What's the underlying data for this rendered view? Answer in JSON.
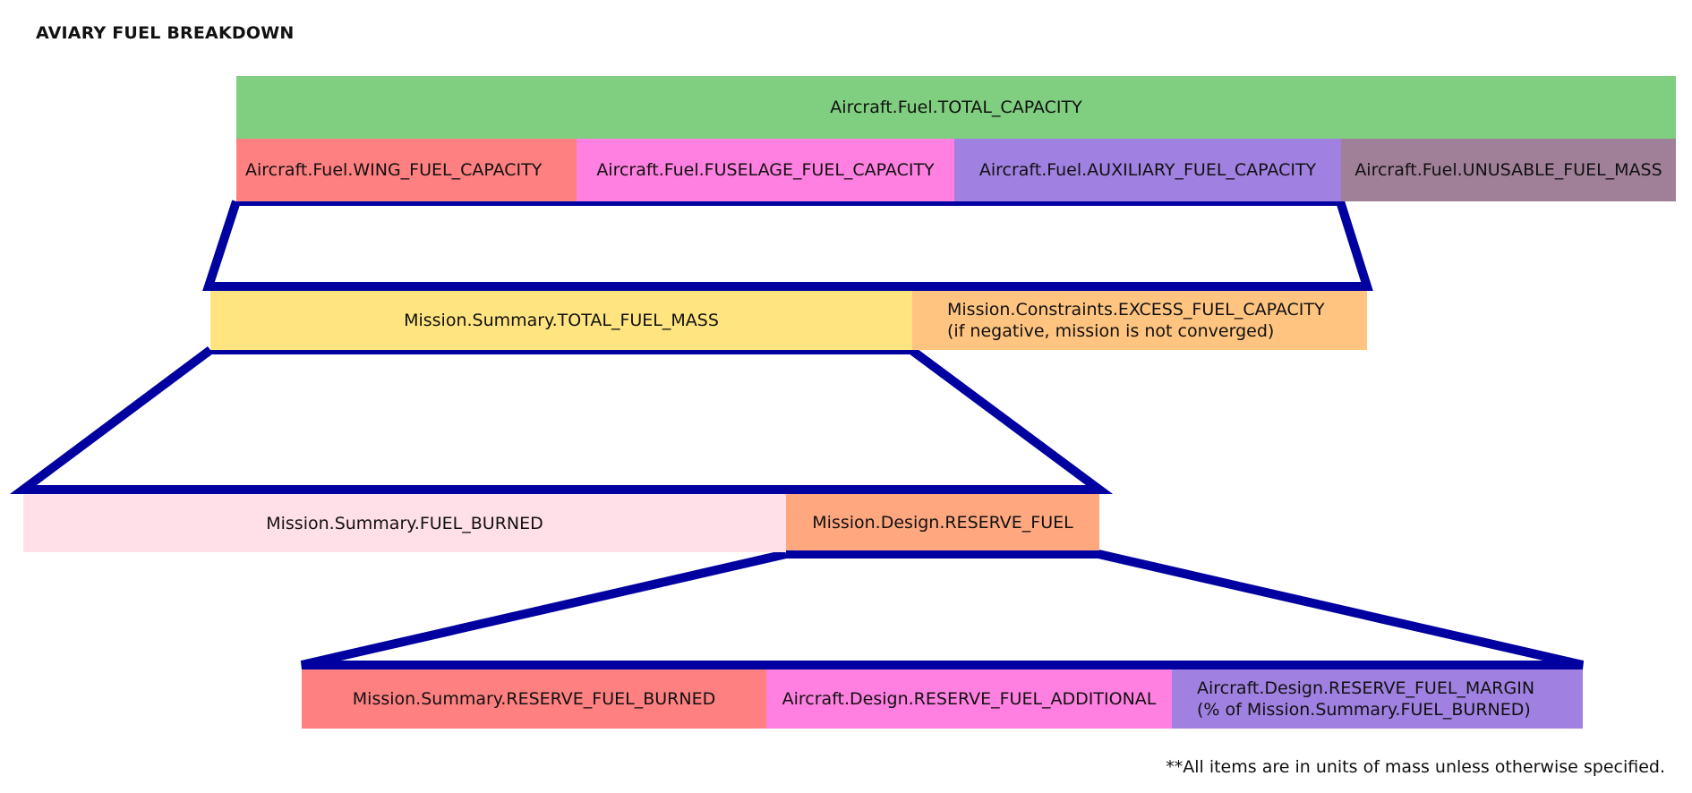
{
  "title": "AVIARY FUEL BREAKDOWN",
  "colors": {
    "green": "#80CE80",
    "red": "#FF8080",
    "pink": "#FF80E0",
    "purple": "#A080E0",
    "mauve": "#A08098",
    "yellow": "#FFE480",
    "light_orange": "#FFC480",
    "light_pink": "#FFE0E8",
    "orange": "#FFA880",
    "connector": "#0000A0"
  },
  "aircraft_fuel": {
    "total_capacity": "Aircraft.Fuel.TOTAL_CAPACITY",
    "wing": "Aircraft.Fuel.WING_FUEL_CAPACITY",
    "fuselage": "Aircraft.Fuel.FUSELAGE_FUEL_CAPACITY",
    "auxiliary": "Aircraft.Fuel.AUXILIARY_FUEL_CAPACITY",
    "unusable": "Aircraft.Fuel.UNUSABLE_FUEL_MASS"
  },
  "mission_summary": {
    "total_fuel_mass": "Mission.Summary.TOTAL_FUEL_MASS",
    "excess_line1": "Mission.Constraints.EXCESS_FUEL_CAPACITY",
    "excess_line2": "(if negative, mission is not converged)"
  },
  "mission_burn": {
    "fuel_burned": "Mission.Summary.FUEL_BURNED",
    "reserve_fuel": "Mission.Design.RESERVE_FUEL"
  },
  "reserve": {
    "burned": "Mission.Summary.RESERVE_FUEL_BURNED",
    "additional": "Aircraft.Design.RESERVE_FUEL_ADDITIONAL",
    "margin_line1": "Aircraft.Design.RESERVE_FUEL_MARGIN",
    "margin_line2": "(% of Mission.Summary.FUEL_BURNED)"
  },
  "footnote": "**All items are in units of mass unless otherwise specified."
}
